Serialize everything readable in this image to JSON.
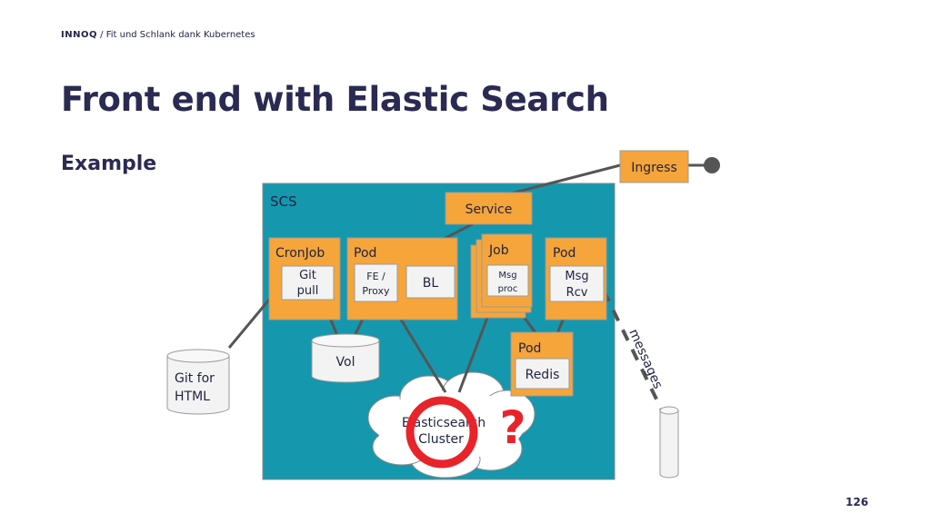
{
  "header": {
    "brand": "INNOQ",
    "separator": " / ",
    "deck": "Fit und Schlank dank Kubernetes"
  },
  "title": "Front end with Elastic Search",
  "subtitle": "Example",
  "page_number": "126",
  "colors": {
    "cluster": "#1597ad",
    "component": "#f6a53a",
    "box": "#f3f3f3",
    "line": "#555555",
    "highlight": "#e8232a",
    "text": "#2a2a52"
  },
  "diagram": {
    "scs_label": "SCS",
    "ingress": "Ingress",
    "service": "Service",
    "cronjob": {
      "label": "CronJob",
      "inner": [
        "Git",
        "pull"
      ]
    },
    "pod_fe": {
      "label": "Pod",
      "fe": [
        "FE /",
        "Proxy"
      ],
      "bl": "BL"
    },
    "job": {
      "label": "Job",
      "inner": [
        "Msg",
        "proc"
      ]
    },
    "pod_msg": {
      "label": "Pod",
      "inner": [
        "Msg",
        "Rcv"
      ]
    },
    "pod_redis": {
      "label": "Pod",
      "inner": "Redis"
    },
    "vol": "Vol",
    "git_store": [
      "Git for",
      "HTML"
    ],
    "elasticsearch": [
      "Elasticsearch",
      "Cluster"
    ],
    "question_mark": "?",
    "messages": "messages"
  }
}
